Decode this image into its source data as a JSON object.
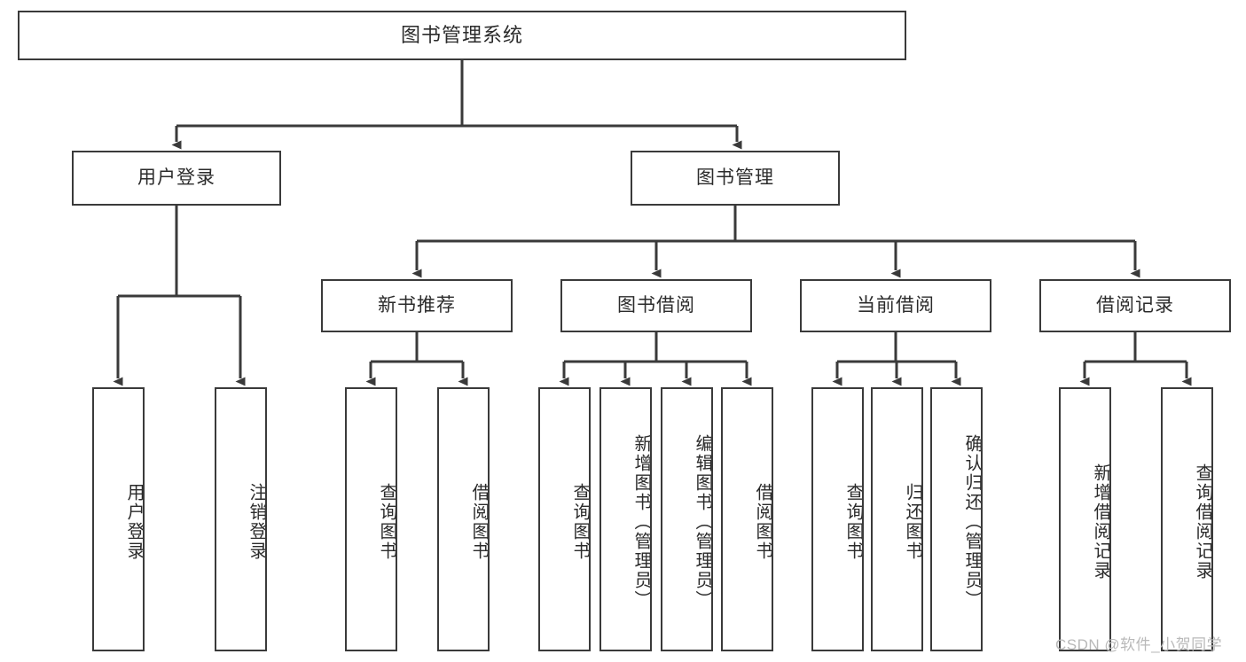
{
  "diagram": {
    "title": "图书管理系统",
    "type": "tree",
    "orientation": "top-down",
    "colors": {
      "box_border": "#3a3a3a",
      "box_fill": "#ffffff",
      "edge": "#3a3a3a",
      "text": "#2b2b2b",
      "watermark": "#b9b9b9",
      "background": "#ffffff"
    },
    "watermark": "CSDN @软件_小贺同学"
  },
  "nodes": {
    "root": {
      "label": "图书管理系统",
      "level": 1
    },
    "level2": [
      {
        "id": "user-login",
        "label": "用户登录"
      },
      {
        "id": "book-manage",
        "label": "图书管理"
      }
    ],
    "level3": [
      {
        "id": "new-book-recommend",
        "label": "新书推荐"
      },
      {
        "id": "book-borrow",
        "label": "图书借阅"
      },
      {
        "id": "current-borrow",
        "label": "当前借阅"
      },
      {
        "id": "borrow-record",
        "label": "借阅记录"
      }
    ],
    "leaves": {
      "user-login": [
        {
          "id": "leaf-user-login",
          "label": "用户登录"
        },
        {
          "id": "leaf-logout-login",
          "label": "注销登录"
        }
      ],
      "new-book-recommend": [
        {
          "id": "leaf-query-book-1",
          "label": "查询图书"
        },
        {
          "id": "leaf-borrow-book-1",
          "label": "借阅图书"
        }
      ],
      "book-borrow": [
        {
          "id": "leaf-query-book-2",
          "label": "查询图书"
        },
        {
          "id": "leaf-add-book",
          "label": "新增图书（管理员）"
        },
        {
          "id": "leaf-edit-book",
          "label": "编辑图书（管理员）"
        },
        {
          "id": "leaf-borrow-book-2",
          "label": "借阅图书"
        }
      ],
      "current-borrow": [
        {
          "id": "leaf-query-book-3",
          "label": "查询图书"
        },
        {
          "id": "leaf-return-book",
          "label": "归还图书"
        },
        {
          "id": "leaf-confirm-return",
          "label": "确认归还（管理员）"
        }
      ],
      "borrow-record": [
        {
          "id": "leaf-add-record",
          "label": "新增借阅记录"
        },
        {
          "id": "leaf-query-record",
          "label": "查询借阅记录"
        }
      ]
    }
  }
}
